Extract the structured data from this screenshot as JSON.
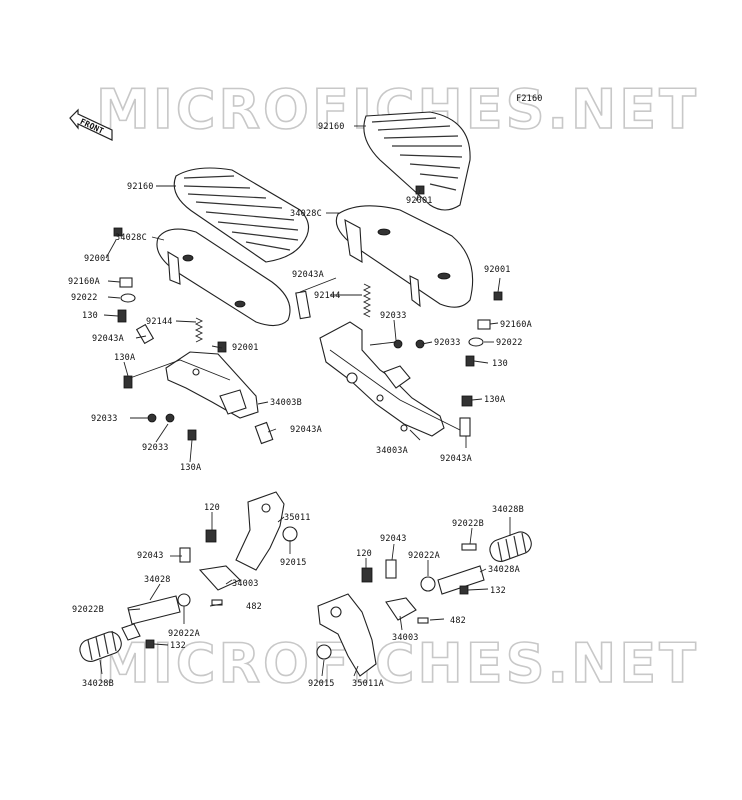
{
  "figure_code": "F2160",
  "watermark": "MICROFICHES.NET",
  "front_label": "FRONT",
  "labels": {
    "l92160_r": "92160",
    "l92160_l": "92160",
    "l34028C_r": "34028C",
    "l34028C_l": "34028C",
    "l92001_r1": "92001",
    "l92001_r2": "92001",
    "l92001_l1": "92001",
    "l92001_l2": "92001",
    "l92043A_r1": "92043A",
    "l92043A_r2": "92043A",
    "l92043A_l1": "92043A",
    "l92043A_l2": "92043A",
    "l92144_r": "92144",
    "l92144_l": "92144",
    "l92033_r1": "92033",
    "l92033_r2": "92033",
    "l92033_l1": "92033",
    "l92033_l2": "92033",
    "l92160A_r": "92160A",
    "l92160A_l": "92160A",
    "l92022_r": "92022",
    "l92022_l": "92022",
    "l130_r": "130",
    "l130_l": "130",
    "l130A_r": "130A",
    "l130A_l1": "130A",
    "l130A_l2": "130A",
    "l34003A": "34003A",
    "l34003B": "34003B",
    "l120_a": "120",
    "l120_b": "120",
    "l35011": "35011",
    "l35011A": "35011A",
    "l92043_a": "92043",
    "l92043_b": "92043",
    "l92015_a": "92015",
    "l92015_b": "92015",
    "l34003_a": "34003",
    "l34003_b": "34003",
    "l34028": "34028",
    "l34028A": "34028A",
    "l92022B_a": "92022B",
    "l92022B_b": "92022B",
    "l92022A_a": "92022A",
    "l92022A_b": "92022A",
    "l482_a": "482",
    "l482_b": "482",
    "l132_a": "132",
    "l132_b": "132",
    "l34028B_a": "34028B",
    "l34028B_b": "34028B"
  }
}
